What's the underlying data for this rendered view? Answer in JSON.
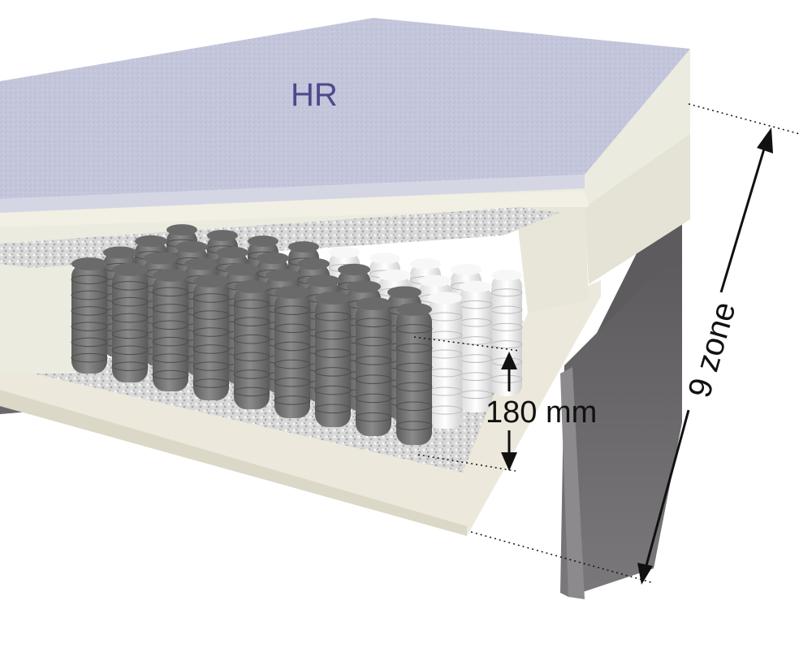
{
  "labels": {
    "topper": "HR",
    "height": "180 mm",
    "zones": "9 zone"
  },
  "colors": {
    "topper": "#c4c6dc",
    "topper_text": "#4c4a8c",
    "foam": "#ece9dc",
    "base": "#6c6a6c",
    "springs_dark": "#757575",
    "springs_light": "#f2f2f2",
    "arrow": "#111111"
  },
  "icons": {
    "height_arrow": "double-arrow-vertical-icon",
    "zone_arrow": "double-arrow-diagonal-icon"
  }
}
